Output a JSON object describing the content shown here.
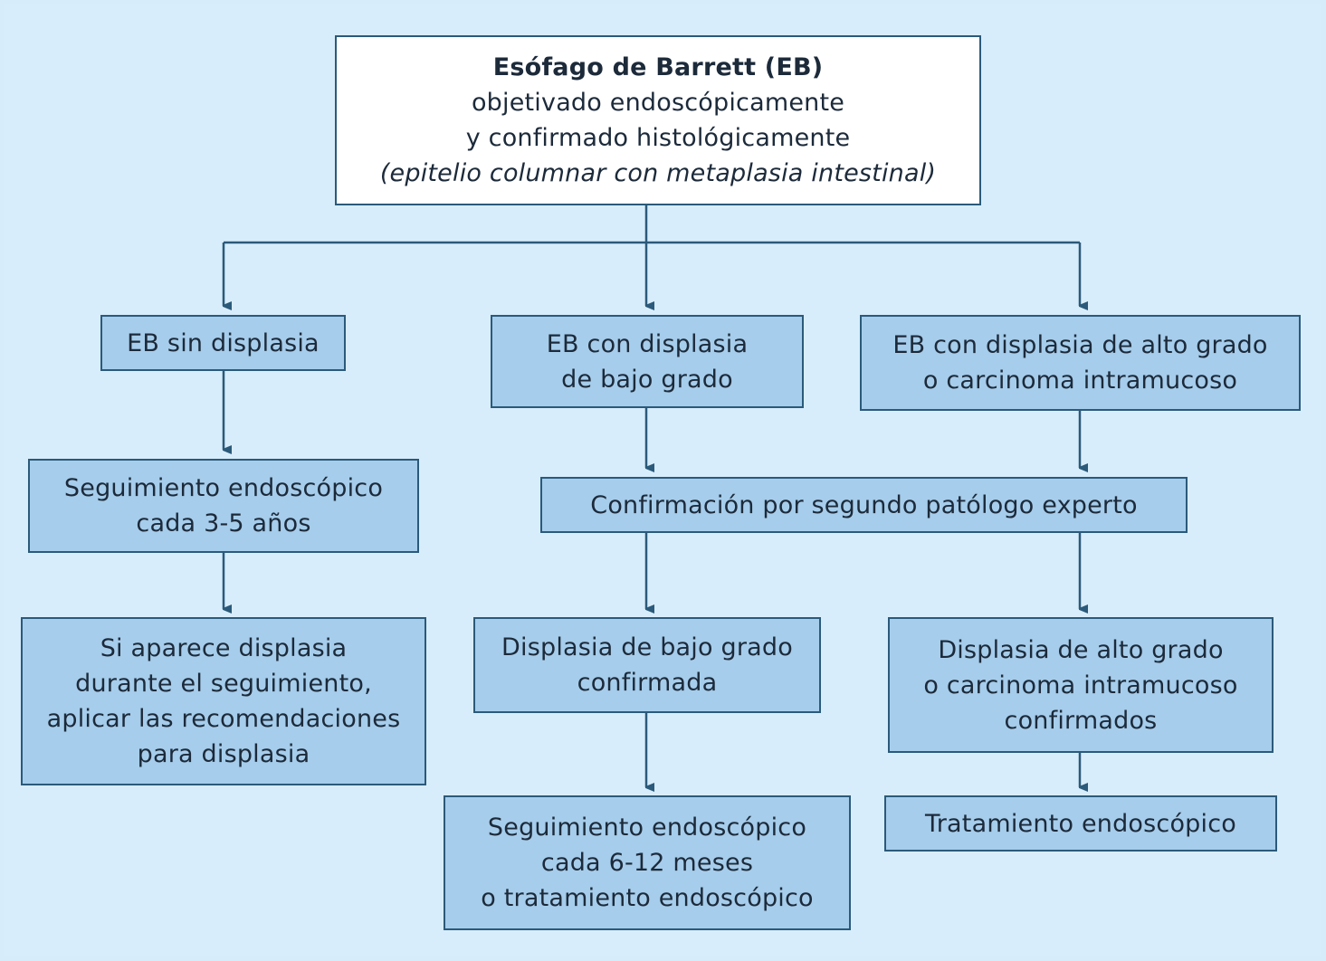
{
  "diagram": {
    "type": "flowchart",
    "colors": {
      "background": "#d8edfb",
      "box_fill": "#a6cdeb",
      "root_fill": "#ffffff",
      "border": "#2b5a7a",
      "arrow": "#2b5a7a",
      "text": "#1c2a3a"
    },
    "root": {
      "title": "Esófago de Barrett (EB)",
      "line2": "objetivado endoscópicamente",
      "line3": "y confirmado histológicamente",
      "note": "(epitelio columnar con metaplasia intestinal)"
    },
    "level1": {
      "sin_displasia": {
        "line1": "EB sin displasia"
      },
      "bajo_grado": {
        "line1": "EB con displasia",
        "line2": "de bajo grado"
      },
      "alto_grado": {
        "line1": "EB con displasia de alto grado",
        "line2": "o carcinoma intramucoso"
      }
    },
    "seguimiento_3_5": {
      "line1": "Seguimiento endoscópico",
      "line2": "cada 3-5 años"
    },
    "confirmacion": {
      "line1": "Confirmación por segundo patólogo experto"
    },
    "si_aparece": {
      "line1": "Si aparece displasia",
      "line2": "durante el seguimiento,",
      "line3": "aplicar las recomendaciones",
      "line4": "para displasia"
    },
    "bajo_confirmada": {
      "line1": "Displasia de bajo grado",
      "line2": "confirmada"
    },
    "alto_confirmada": {
      "line1": "Displasia de alto grado",
      "line2": "o carcinoma intramucoso",
      "line3": "confirmados"
    },
    "seguimiento_6_12": {
      "line1": "Seguimiento endoscópico",
      "line2": "cada 6-12 meses",
      "line3": "o tratamiento endoscópico"
    },
    "tratamiento": {
      "line1": "Tratamiento endoscópico"
    }
  }
}
